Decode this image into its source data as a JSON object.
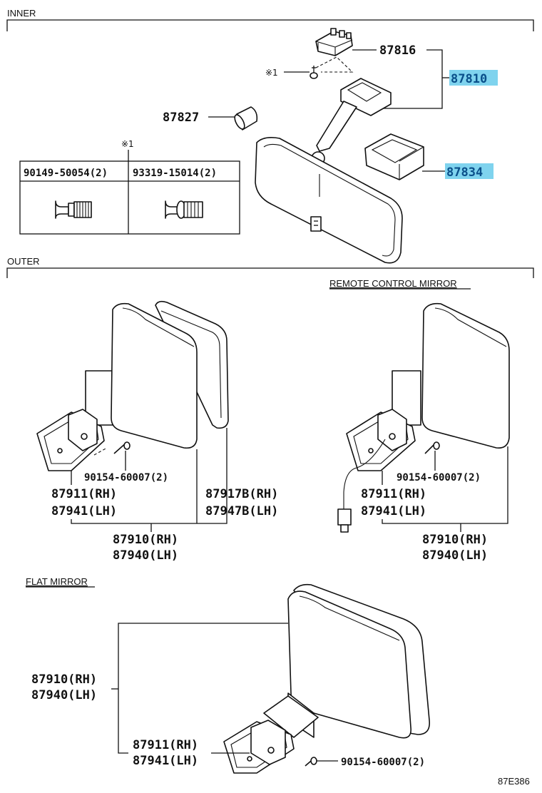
{
  "sections": {
    "inner": "INNER",
    "outer": "OUTER",
    "remote": "REMOTE CONTROL MIRROR",
    "flat": "FLAT MIRROR"
  },
  "inner": {
    "p87816": "87816",
    "p87810": "87810",
    "p87827": "87827",
    "p87834": "87834",
    "note_mark": "※1",
    "table": {
      "header_mark": "※1",
      "col1": "90149-50054(2)",
      "col2": "93319-15014(2)"
    }
  },
  "outer_left": {
    "screw": "90154-60007(2)",
    "base_rh": "87911(RH)",
    "base_lh": "87941(LH)",
    "glass_rh": "87917B(RH)",
    "glass_lh": "87947B(LH)",
    "assy_rh": "87910(RH)",
    "assy_lh": "87940(LH)"
  },
  "outer_right": {
    "screw": "90154-60007(2)",
    "base_rh": "87911(RH)",
    "base_lh": "87941(LH)",
    "assy_rh": "87910(RH)",
    "assy_lh": "87940(LH)"
  },
  "flat": {
    "assy_rh": "87910(RH)",
    "assy_lh": "87940(LH)",
    "base_rh": "87911(RH)",
    "base_lh": "87941(LH)",
    "screw": "90154-60007(2)"
  },
  "diagram_code": "87E386",
  "colors": {
    "highlight": "#7fd3ee",
    "highlight_text": "#0a4f8a",
    "line": "#111111"
  }
}
